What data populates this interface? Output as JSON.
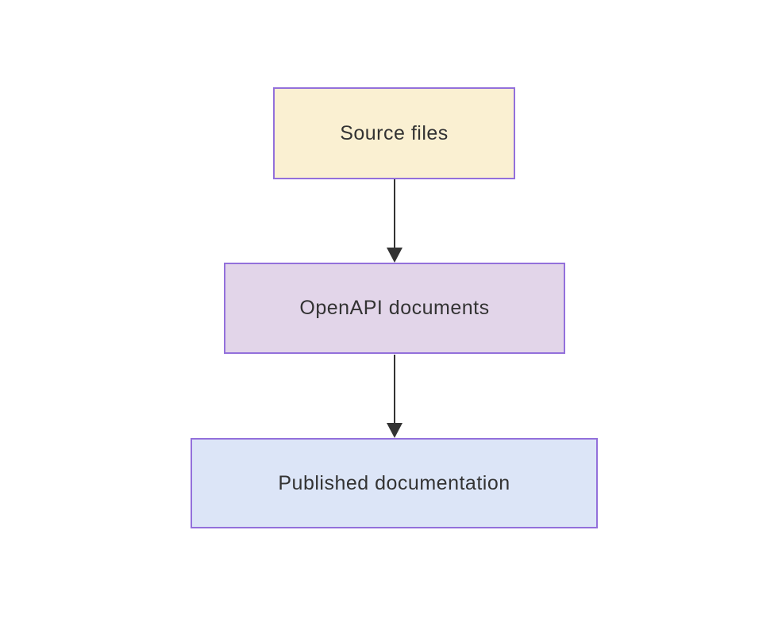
{
  "diagram": {
    "type": "flowchart",
    "direction": "top-down",
    "background_color": "#ffffff",
    "nodes": [
      {
        "id": "source",
        "label": "Source files",
        "fill": "#faf0d2",
        "border_color": "#9370db",
        "text_color": "#333333"
      },
      {
        "id": "openapi",
        "label": "OpenAPI documents",
        "fill": "#e2d5e9",
        "border_color": "#9370db",
        "text_color": "#333333"
      },
      {
        "id": "published",
        "label": "Published documentation",
        "fill": "#dce5f7",
        "border_color": "#9370db",
        "text_color": "#333333"
      }
    ],
    "edges": [
      {
        "from": "source",
        "to": "openapi",
        "arrow": "filled-triangle",
        "color": "#333333"
      },
      {
        "from": "openapi",
        "to": "published",
        "arrow": "filled-triangle",
        "color": "#333333"
      }
    ]
  }
}
